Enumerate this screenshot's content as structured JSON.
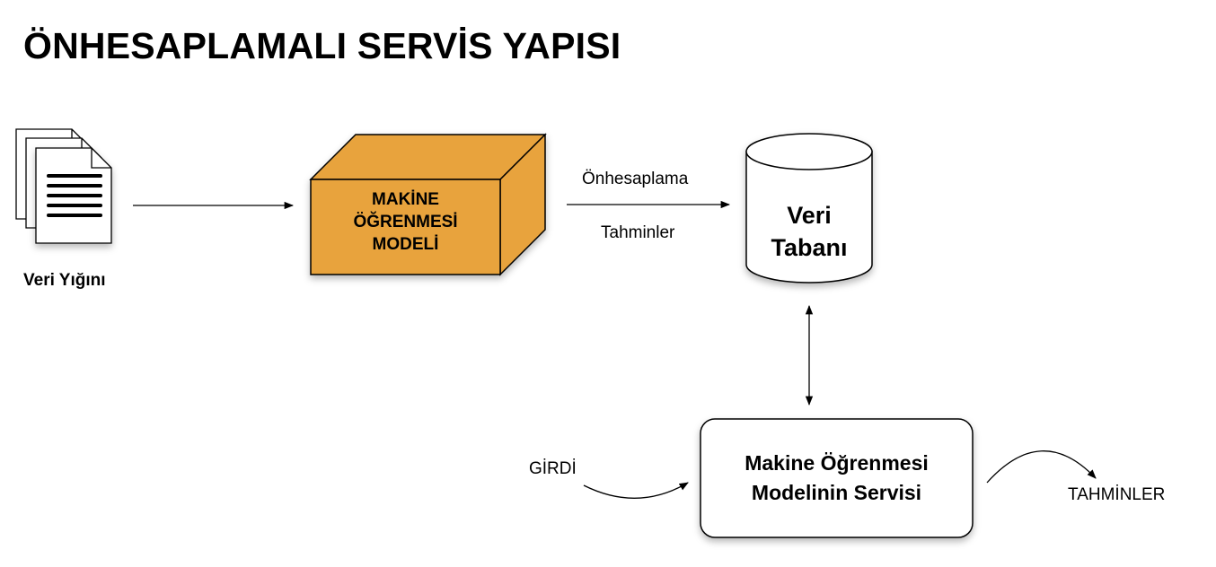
{
  "title": "ÖNHESAPLAMALI SERVİS YAPISI",
  "nodes": {
    "documents": {
      "label": "Veri Yığını"
    },
    "model_box": {
      "line1": "MAKİNE",
      "line2": "ÖĞRENMESİ",
      "line3": "MODELİ",
      "fill": "#E8A33D"
    },
    "database": {
      "line1": "Veri",
      "line2": "Tabanı"
    },
    "service": {
      "line1": "Makine Öğrenmesi",
      "line2": "Modelinin Servisi"
    }
  },
  "edges": {
    "model_to_db": {
      "label_top": "Önhesaplama",
      "label_bottom": "Tahminler"
    },
    "input": {
      "label": "GİRDİ"
    },
    "output": {
      "label": "TAHMİNLER"
    }
  }
}
